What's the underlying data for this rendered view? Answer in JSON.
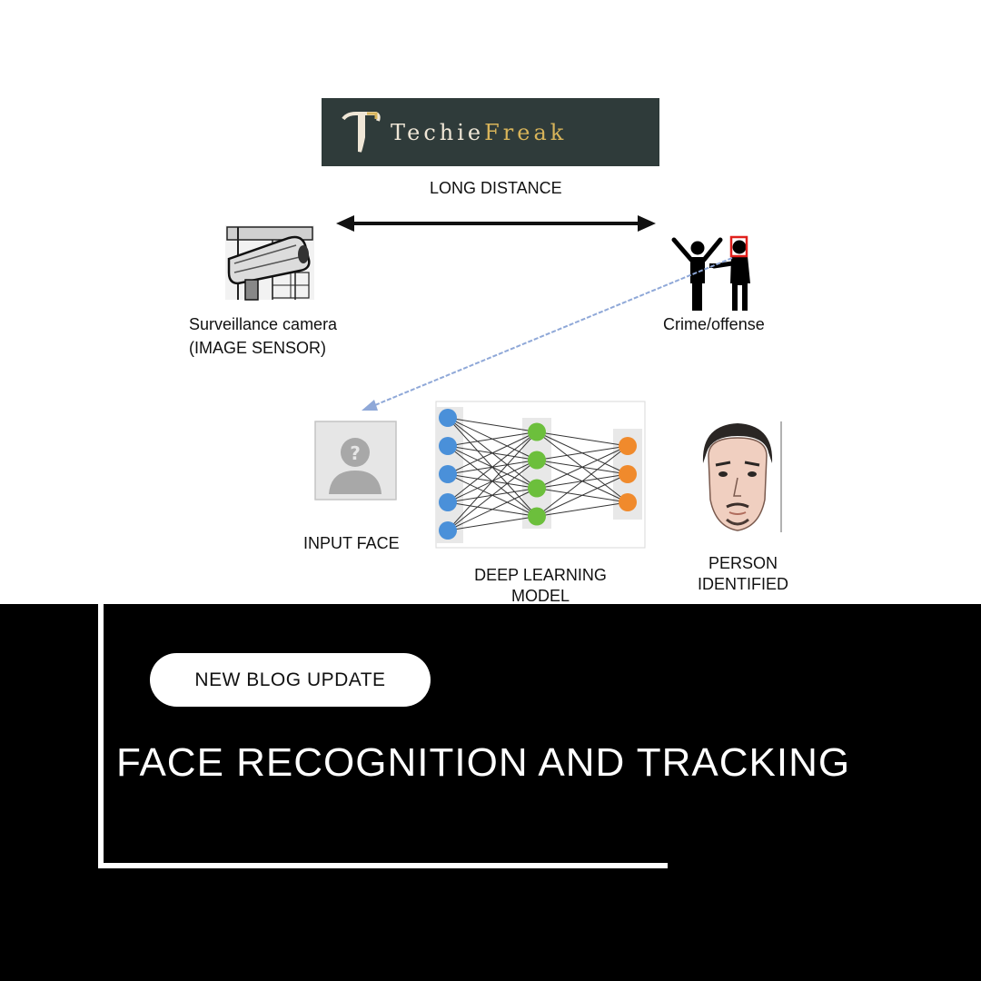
{
  "logo": {
    "brand_start": "Techie",
    "brand_end": "Freak"
  },
  "diagram": {
    "distance_label": "LONG DISTANCE",
    "camera_label_line1": "Surveillance camera",
    "camera_label_line2": "(IMAGE SENSOR)",
    "crime_label": "Crime/offense",
    "input_face_label": "INPUT FACE",
    "model_label_line1": "DEEP LEARNING",
    "model_label_line2": "MODEL",
    "identified_label_line1": "PERSON",
    "identified_label_line2": "IDENTIFIED",
    "network_layers": [
      5,
      4,
      3
    ],
    "colors": {
      "input": "#4a90d9",
      "hidden": "#6cbf3c",
      "output": "#f08a2c",
      "highlight": "#e0201c",
      "arrow": "#8fa8d8"
    }
  },
  "banner": {
    "tag": "NEW BLOG UPDATE",
    "title": "FACE RECOGNITION AND TRACKING"
  }
}
